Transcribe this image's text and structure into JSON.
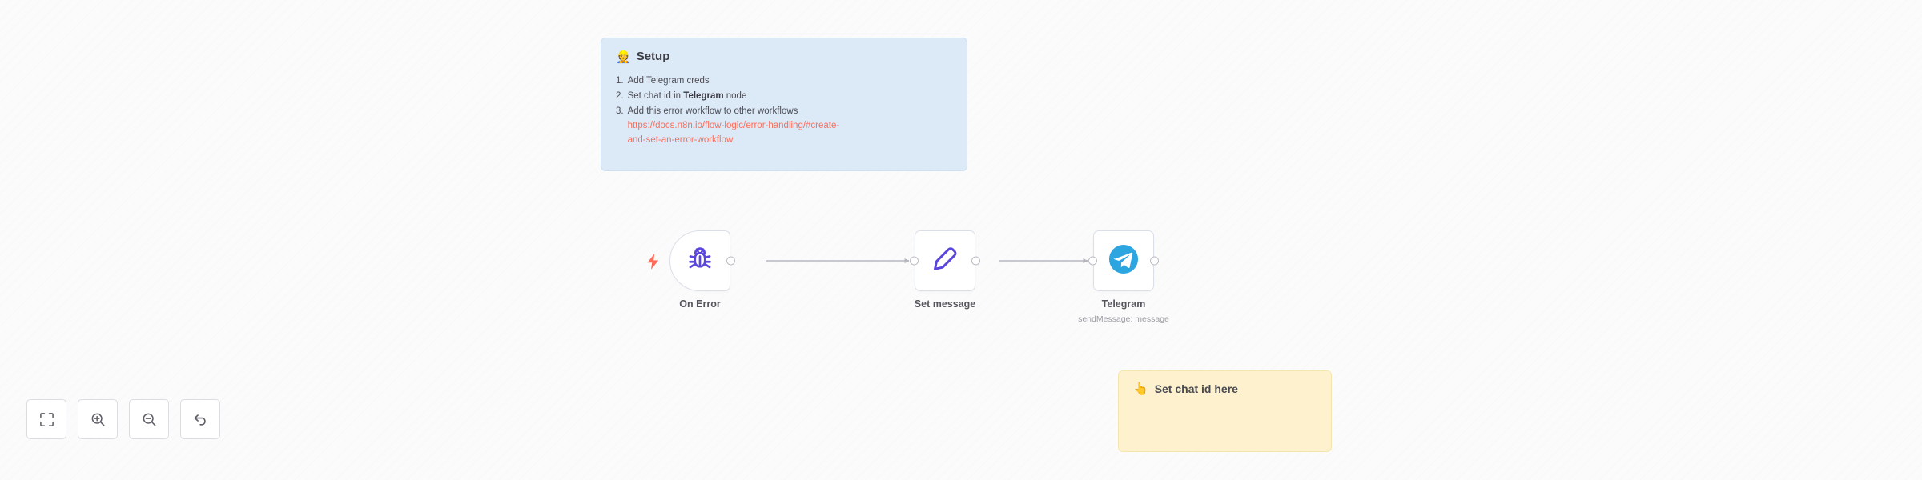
{
  "canvas": {
    "background_color": "#fbfbfb",
    "accent_node_icon_color": "#5a46dd",
    "telegram_brand_color": "#2ca5e0",
    "link_color": "#ff6d5a"
  },
  "sticky_notes": [
    {
      "id": "setup-note",
      "color": "#dce9f7",
      "emoji": "👷",
      "emoji_name": "construction-worker-emoji",
      "title": "Setup",
      "steps": [
        {
          "num": "1.",
          "text": "Add Telegram creds",
          "bold": ""
        },
        {
          "num": "2.",
          "text_before": "Set chat id in ",
          "bold": "Telegram",
          "text_after": " node"
        },
        {
          "num": "3.",
          "text": "Add this error workflow to other workflows",
          "bold": ""
        }
      ],
      "step1_text": "Add Telegram creds",
      "step2_before": "Set chat id in ",
      "step2_bold": "Telegram",
      "step2_after": " node",
      "step3_text": "Add this error workflow to other workflows",
      "link": "https://docs.n8n.io/flow-logic/error-handling/#create-and-set-an-error-workflow"
    },
    {
      "id": "chat-id-note",
      "color": "#fdf2cd",
      "emoji": "👆",
      "emoji_name": "point-up-hand-emoji",
      "title": "Set chat id here"
    }
  ],
  "nodes": [
    {
      "id": "on-error",
      "label": "On Error",
      "sublabel": "",
      "type": "trigger",
      "icon_name": "bug-icon",
      "icon_color": "#5a46dd",
      "has_trigger_bolt": true
    },
    {
      "id": "set-message",
      "label": "Set message",
      "sublabel": "",
      "type": "action",
      "icon_name": "pen-icon",
      "icon_color": "#5a46dd",
      "has_trigger_bolt": false
    },
    {
      "id": "telegram",
      "label": "Telegram",
      "sublabel": "sendMessage: message",
      "type": "action",
      "icon_name": "telegram-icon",
      "icon_color": "#2ca5e0",
      "has_trigger_bolt": false
    }
  ],
  "connections": [
    {
      "from": "on-error",
      "to": "set-message"
    },
    {
      "from": "set-message",
      "to": "telegram"
    }
  ],
  "controls": [
    {
      "id": "fit-view",
      "name": "fit-to-view-button",
      "icon_name": "fit-view-icon",
      "tooltip": "Fit to view"
    },
    {
      "id": "zoom-in",
      "name": "zoom-in-button",
      "icon_name": "zoom-in-icon",
      "tooltip": "Zoom in"
    },
    {
      "id": "zoom-out",
      "name": "zoom-out-button",
      "icon_name": "zoom-out-icon",
      "tooltip": "Zoom out"
    },
    {
      "id": "reset-zoom",
      "name": "reset-zoom-button",
      "icon_name": "undo-arrow-icon",
      "tooltip": "Reset zoom"
    }
  ]
}
